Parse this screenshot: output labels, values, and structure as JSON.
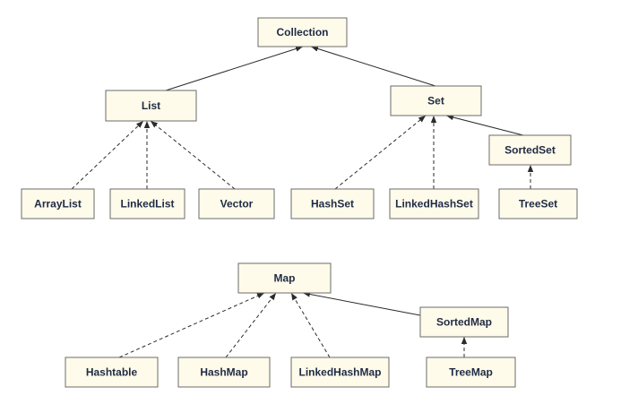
{
  "diagram": {
    "nodes": [
      {
        "id": "collection",
        "label": "Collection"
      },
      {
        "id": "list",
        "label": "List"
      },
      {
        "id": "set",
        "label": "Set"
      },
      {
        "id": "sortedset",
        "label": "SortedSet"
      },
      {
        "id": "arraylist",
        "label": "ArrayList"
      },
      {
        "id": "linkedlist",
        "label": "LinkedList"
      },
      {
        "id": "vector",
        "label": "Vector"
      },
      {
        "id": "hashset",
        "label": "HashSet"
      },
      {
        "id": "linkedhashset",
        "label": "LinkedHashSet"
      },
      {
        "id": "treeset",
        "label": "TreeSet"
      },
      {
        "id": "map",
        "label": "Map"
      },
      {
        "id": "sortedmap",
        "label": "SortedMap"
      },
      {
        "id": "hashtable",
        "label": "Hashtable"
      },
      {
        "id": "hashmap",
        "label": "HashMap"
      },
      {
        "id": "linkedhashmap",
        "label": "LinkedHashMap"
      },
      {
        "id": "treemap",
        "label": "TreeMap"
      }
    ],
    "edges": [
      {
        "from": "list",
        "to": "collection",
        "style": "solid"
      },
      {
        "from": "set",
        "to": "collection",
        "style": "solid"
      },
      {
        "from": "sortedset",
        "to": "set",
        "style": "solid"
      },
      {
        "from": "arraylist",
        "to": "list",
        "style": "dashed"
      },
      {
        "from": "linkedlist",
        "to": "list",
        "style": "dashed"
      },
      {
        "from": "vector",
        "to": "list",
        "style": "dashed"
      },
      {
        "from": "hashset",
        "to": "set",
        "style": "dashed"
      },
      {
        "from": "linkedhashset",
        "to": "set",
        "style": "dashed"
      },
      {
        "from": "treeset",
        "to": "sortedset",
        "style": "dashed"
      },
      {
        "from": "sortedmap",
        "to": "map",
        "style": "solid"
      },
      {
        "from": "hashtable",
        "to": "map",
        "style": "dashed"
      },
      {
        "from": "hashmap",
        "to": "map",
        "style": "dashed"
      },
      {
        "from": "linkedhashmap",
        "to": "map",
        "style": "dashed"
      },
      {
        "from": "treemap",
        "to": "sortedmap",
        "style": "dashed"
      }
    ]
  }
}
